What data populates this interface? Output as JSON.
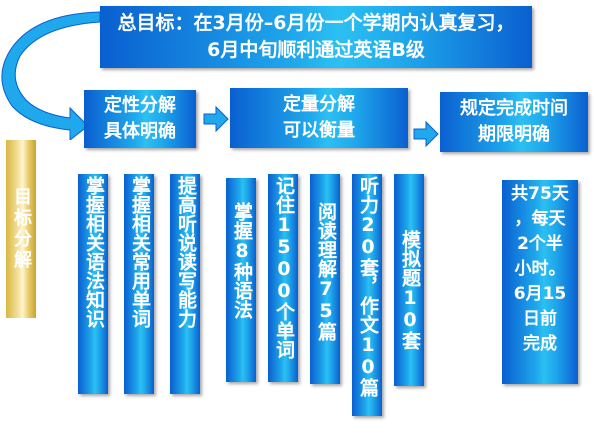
{
  "goal": {
    "line1": "总目标：在3月份–6月份一个学期内认真复习，",
    "line2": "6月中旬顺利通过英语B级"
  },
  "qualitative": {
    "line1": "定性分解",
    "line2": "具体明确"
  },
  "quantitative": {
    "line1": "定量分解",
    "line2": "可以衡量"
  },
  "deadline": {
    "line1": "规定完成时间",
    "line2": "期限明确"
  },
  "side_label": "目标分解",
  "tasks": [
    "掌握相关语法知识",
    "掌握相关常用单词",
    "提高听说读写能力",
    "掌握8种语法",
    "记住1500个单词",
    "阅读理解75篇",
    "听力20套，作文10篇",
    "模拟题10套"
  ],
  "schedule": [
    "共75天",
    "，每天",
    "2个半",
    "小时。",
    "6月15",
    "日前",
    "完成"
  ],
  "colors": {
    "box_blue": "#1fa8ec",
    "box_dark": "#0a5fd0",
    "gold": "#e8cc6c"
  }
}
